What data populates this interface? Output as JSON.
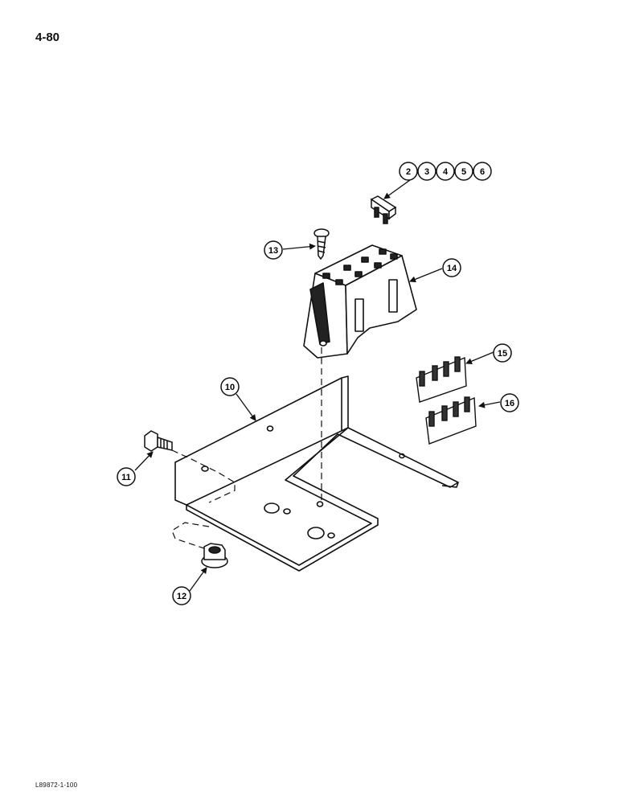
{
  "page": {
    "number": "4-80",
    "doc_code": "L89872-1-100"
  },
  "callouts": {
    "c2": "2",
    "c3": "3",
    "c4": "4",
    "c5": "5",
    "c6": "6",
    "c10": "10",
    "c11": "11",
    "c12": "12",
    "c13": "13",
    "c14": "14",
    "c15": "15",
    "c16": "16"
  }
}
